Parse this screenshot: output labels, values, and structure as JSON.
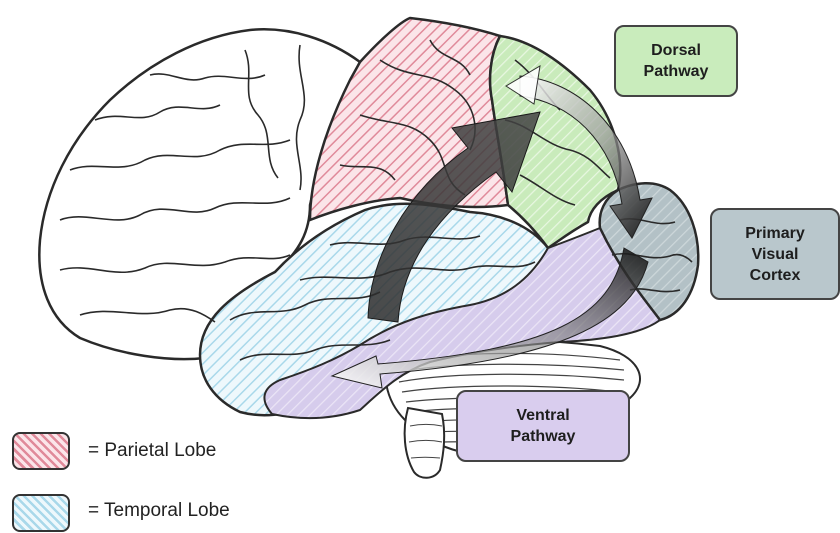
{
  "labels": {
    "dorsal": {
      "line1": "Dorsal",
      "line2": "Pathway"
    },
    "visual": {
      "line1": "Primary",
      "line2": "Visual",
      "line3": "Cortex"
    },
    "ventral": {
      "line1": "Ventral",
      "line2": "Pathway"
    }
  },
  "legend": [
    {
      "text": "= Parietal Lobe"
    },
    {
      "text": "= Temporal Lobe"
    }
  ],
  "colors": {
    "parietal": "#e9a3ae",
    "temporal": "#bfe3f1",
    "dorsal": "#c9ecbc",
    "visual": "#b9c7cc",
    "ventral": "#d9cdee",
    "outline": "#2a2a2a"
  }
}
